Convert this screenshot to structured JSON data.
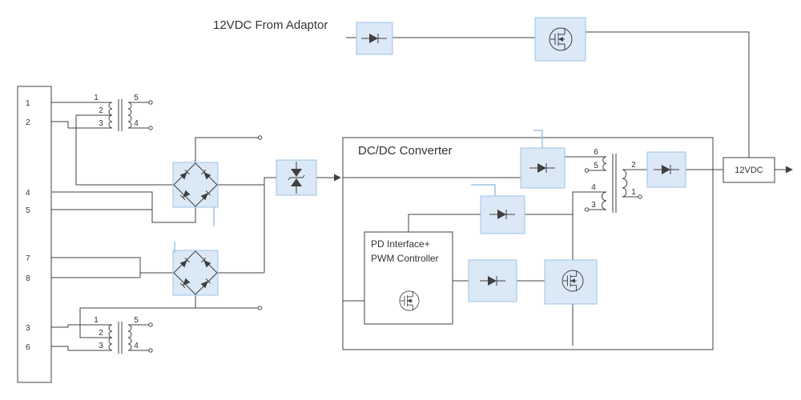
{
  "labels": {
    "adaptor_input": "12VDC From Adaptor",
    "converter": "DC/DC Converter",
    "pd_line1": "PD Interface+",
    "pd_line2": "PWM Controller",
    "output": "12VDC"
  },
  "connector": {
    "pins": [
      "1",
      "2",
      "4",
      "5",
      "7",
      "8",
      "3",
      "6"
    ]
  },
  "transformer_top": {
    "left_pins": [
      "1",
      "2",
      "3"
    ],
    "right_pins": [
      "5",
      "4"
    ]
  },
  "transformer_bottom": {
    "left_pins": [
      "1",
      "2",
      "3"
    ],
    "right_pins": [
      "5",
      "4"
    ]
  },
  "transformer_flyback": {
    "left_pins": [
      "6",
      "5",
      "4",
      "3"
    ],
    "right_pins": [
      "2",
      "1"
    ]
  },
  "icons": [
    "diode-icon",
    "mosfet-icon",
    "bridge-rectifier-icon",
    "tvs-diode-icon",
    "transformer-icon",
    "arrow-right-icon",
    "terminal-dot-icon"
  ],
  "colors": {
    "wire": "#404040",
    "component_fill": "#dbe8f6",
    "component_stroke": "#9dc3e6",
    "accent": "#9dc3e6",
    "text": "#333333",
    "background": "#ffffff"
  }
}
